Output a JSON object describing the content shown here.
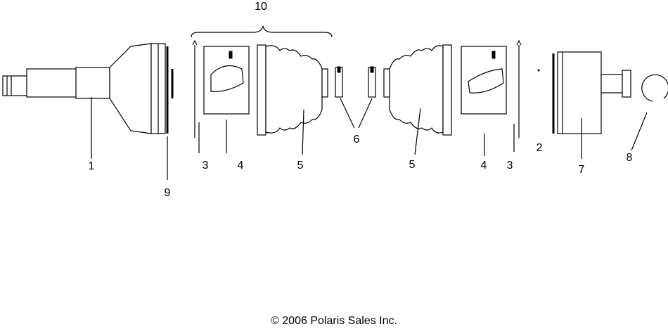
{
  "diagram": {
    "callouts": {
      "c1": "1",
      "c2": "2",
      "c3a": "3",
      "c3b": "3",
      "c4a": "4",
      "c4b": "4",
      "c5a": "5",
      "c5b": "5",
      "c6": "6",
      "c7": "7",
      "c8": "8",
      "c9": "9",
      "c10": "10"
    },
    "copyright": "© 2006 Polaris Sales Inc."
  }
}
